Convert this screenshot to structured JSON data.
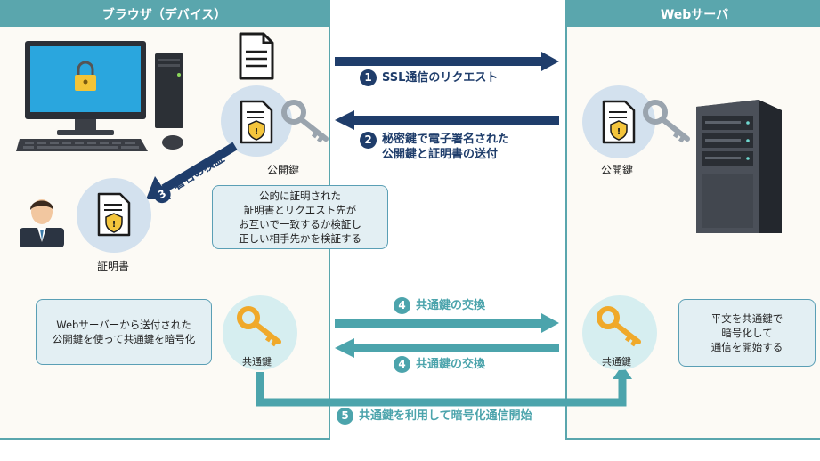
{
  "browser_panel": {
    "title": "ブラウザ（デバイス）"
  },
  "server_panel": {
    "title": "Webサーバ"
  },
  "labels": {
    "public_key_browser": "公開鍵",
    "certificate": "証明書",
    "common_key_browser": "共通鍵",
    "public_key_server": "公開鍵",
    "common_key_server": "共通鍵"
  },
  "steps": {
    "s1": {
      "num": "1",
      "text": "SSL通信のリクエスト"
    },
    "s2": {
      "num": "2",
      "line1": "秘密鍵で電子署名された",
      "line2": "公開鍵と証明書の送付"
    },
    "s3": {
      "num": "3",
      "text": "署名の検証"
    },
    "s4a": {
      "num": "4",
      "text": "共通鍵の交換"
    },
    "s4b": {
      "num": "4",
      "text": "共通鍵の交換"
    },
    "s5": {
      "num": "5",
      "text": "共通鍵を利用して暗号化通信開始"
    }
  },
  "callouts": {
    "verify": [
      "公的に証明された",
      "証明書とリクエスト先が",
      "お互いで一致するか検証し",
      "正しい相手先かを検証する"
    ],
    "browser_key": [
      "Webサーバーから送付された",
      "公開鍵を使って共通鍵を暗号化"
    ],
    "server_key": [
      "平文を共通鍵で",
      "暗号化して",
      "通信を開始する"
    ]
  },
  "colors": {
    "panel_header": "#5aa6ad",
    "navy": "#1f3d6b",
    "teal": "#4ca4ac",
    "key_gold": "#f0a92a"
  }
}
